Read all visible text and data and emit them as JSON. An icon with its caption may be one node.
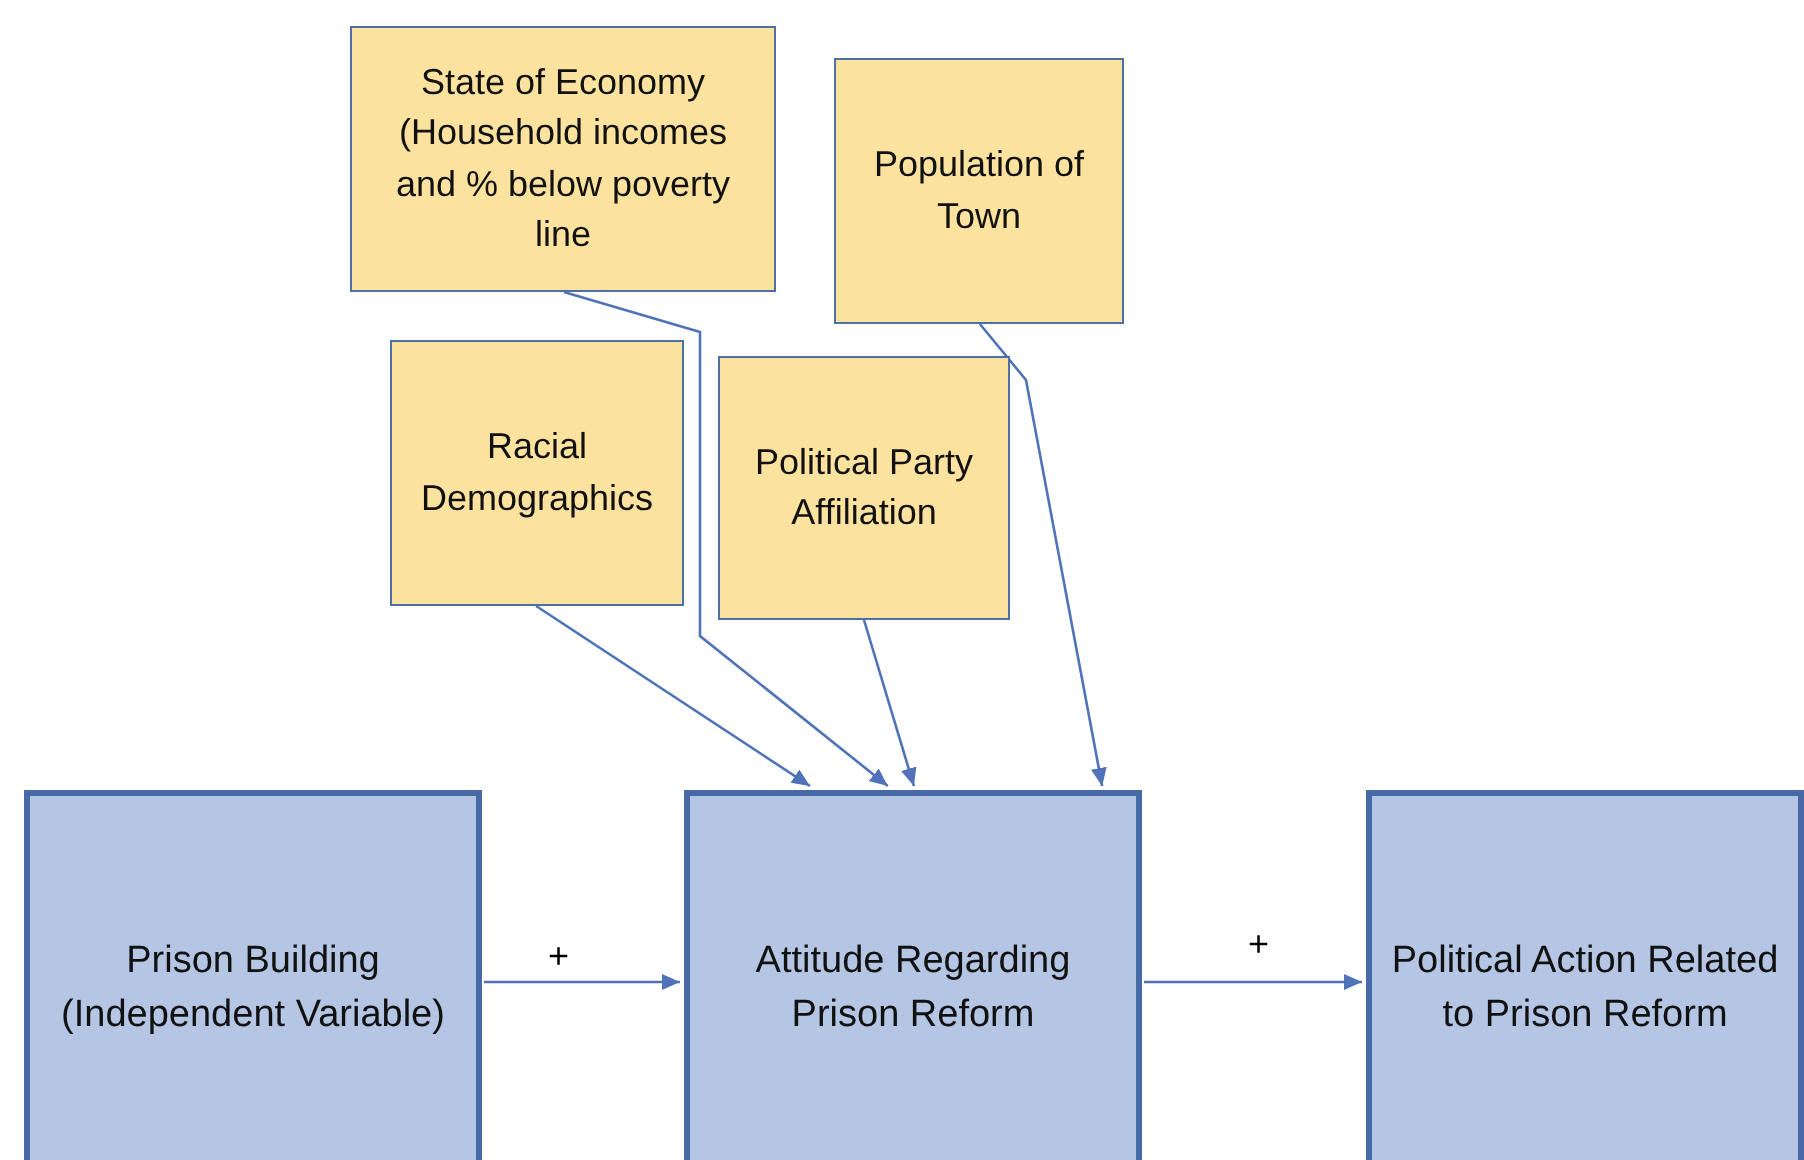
{
  "diagram": {
    "nodes": [
      {
        "text": [
          "State of Economy (Household incomes and % below poverty line"
        ]
      },
      {
        "text": [
          "Population of Town"
        ]
      },
      {
        "text": [
          "Racial Demographics"
        ]
      },
      {
        "text": [
          "Political Party Affiliation"
        ]
      },
      {
        "text": [
          "Prison Building (Independent Variable)"
        ]
      },
      {
        "text": [
          "Attitude Regarding Prison Reform"
        ]
      },
      {
        "text": [
          "Political Action Related to Prison Reform"
        ]
      }
    ],
    "edges": [
      {
        "from": 0,
        "to": 5,
        "arrow": "to"
      },
      {
        "from": 1,
        "to": 5,
        "arrow": "to"
      },
      {
        "from": 2,
        "to": 5,
        "arrow": "to"
      },
      {
        "from": 3,
        "to": 5,
        "arrow": "to"
      },
      {
        "from": 4,
        "to": 5,
        "arrow": "to",
        "label": "+"
      },
      {
        "from": 5,
        "to": 6,
        "arrow": "to",
        "label": "+"
      }
    ]
  }
}
